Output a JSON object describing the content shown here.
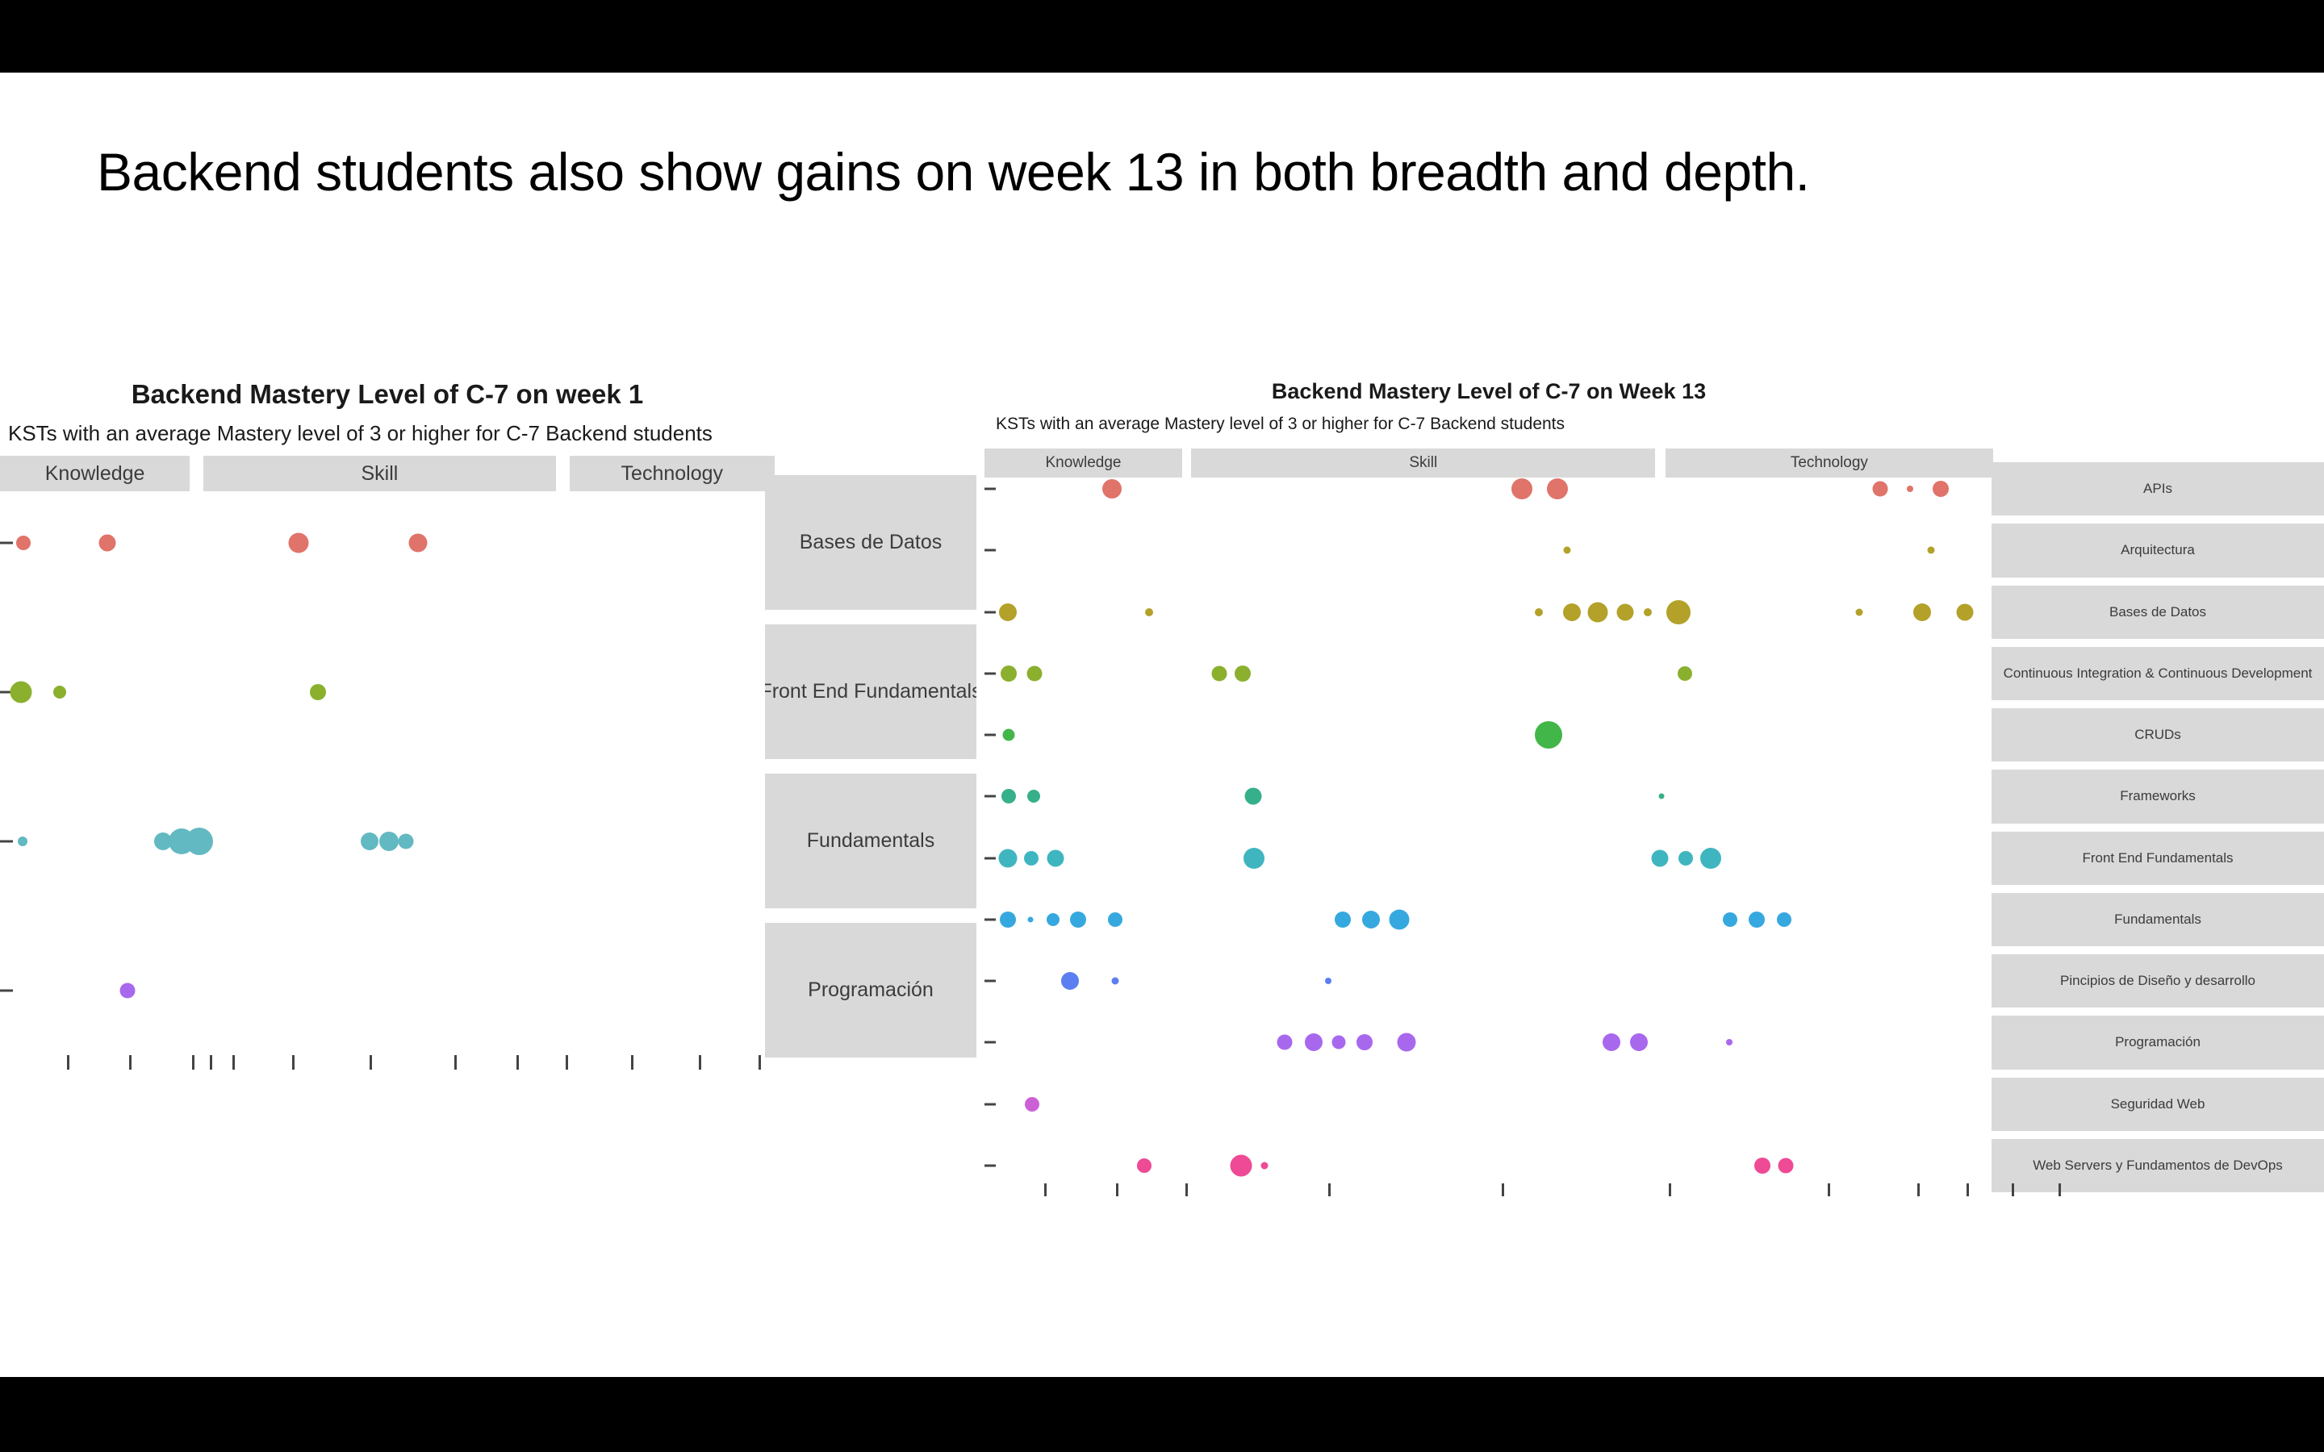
{
  "slide": {
    "title": "Backend students also show gains on week 13 in both breadth and depth.",
    "background": "#ffffff",
    "letterbox": "#000000"
  },
  "palette": {
    "salmon": "#e0736a",
    "olive": "#b3a12a",
    "yellow_green": "#8ab02e",
    "green": "#43b649",
    "sea_green": "#36b08a",
    "teal": "#3fb6bf",
    "blue": "#36a8e0",
    "royal_blue": "#5b7ff0",
    "purple": "#a868ee",
    "orchid": "#cc61d6",
    "pink": "#ee4a96",
    "header_gray": "#d9d9d9",
    "tick_gray": "#444444"
  },
  "chart_data": [
    {
      "id": "week1",
      "type": "scatter",
      "title": "Backend Mastery Level of C-7 on week 1",
      "subtitle": "KSTs with an average Mastery level of 3 or higher for C-7 Backend  students",
      "columns": [
        "Knowledge",
        "Skill",
        "Technology"
      ],
      "column_spans": [
        [
          0.0,
          0.245
        ],
        [
          0.262,
          0.718
        ],
        [
          0.735,
          1.0
        ]
      ],
      "categories": [
        "Bases de Datos",
        "Front End Fundamentals",
        "Fundamentals",
        "Programación"
      ],
      "xlabel": "",
      "ylabel": "",
      "grid": false,
      "legend": "none",
      "xtick_positions": [
        0.072,
        0.152,
        0.233,
        0.256,
        0.285,
        0.363,
        0.463,
        0.572,
        0.652,
        0.716,
        0.8,
        0.888,
        0.965
      ],
      "series": [
        {
          "name": "Bases de Datos",
          "color": "#e0736a",
          "points": [
            {
              "x": 0.016,
              "size": 18,
              "column": "Knowledge"
            },
            {
              "x": 0.124,
              "size": 21,
              "column": "Knowledge"
            },
            {
              "x": 0.371,
              "size": 25,
              "column": "Skill"
            },
            {
              "x": 0.525,
              "size": 23,
              "column": "Skill"
            }
          ]
        },
        {
          "name": "Front End Fundamentals",
          "color": "#8ab02e",
          "points": [
            {
              "x": 0.012,
              "size": 27,
              "column": "Knowledge"
            },
            {
              "x": 0.062,
              "size": 16,
              "column": "Knowledge"
            },
            {
              "x": 0.396,
              "size": 20,
              "column": "Skill"
            }
          ]
        },
        {
          "name": "Fundamentals",
          "color": "#62b9c1",
          "points": [
            {
              "x": 0.015,
              "size": 12,
              "column": "Knowledge"
            },
            {
              "x": 0.196,
              "size": 22,
              "column": "Skill"
            },
            {
              "x": 0.22,
              "size": 32,
              "column": "Skill"
            },
            {
              "x": 0.243,
              "size": 34,
              "column": "Skill"
            },
            {
              "x": 0.462,
              "size": 22,
              "column": "Skill"
            },
            {
              "x": 0.487,
              "size": 24,
              "column": "Technology"
            },
            {
              "x": 0.509,
              "size": 19,
              "column": "Technology"
            }
          ]
        },
        {
          "name": "Programación",
          "color": "#a868ee",
          "points": [
            {
              "x": 0.15,
              "size": 19,
              "column": "Knowledge"
            }
          ]
        }
      ]
    },
    {
      "id": "week13",
      "type": "scatter",
      "title": "Backend Mastery Level of C-7 on Week 13",
      "subtitle": "KSTs with an average Mastery level of 3 or higher for C-7 Backend  students",
      "columns": [
        "Knowledge",
        "Skill",
        "Technology"
      ],
      "column_spans": [
        [
          0.0,
          0.196
        ],
        [
          0.205,
          0.665
        ],
        [
          0.675,
          1.0
        ]
      ],
      "categories": [
        "APIs",
        "Arquitectura",
        "Bases de Datos",
        "Continuous Integration & Continuous Development",
        "CRUDs",
        "Frameworks",
        "Front End Fundamentals",
        "Fundamentals",
        "Pincipios de Diseño y desarrollo",
        "Programación",
        "Seguridad Web",
        "Web Servers y Fundamentos de DevOps"
      ],
      "xlabel": "",
      "ylabel": "",
      "grid": false,
      "legend": "none",
      "xtick_positions": [
        0.048,
        0.122,
        0.193,
        0.34,
        0.518,
        0.69,
        0.853,
        0.945,
        0.996,
        1.042,
        1.09
      ],
      "series": [
        {
          "name": "APIs",
          "color": "#e0736a",
          "points": [
            {
              "x": 0.118,
              "size": 24,
              "column": "Knowledge"
            },
            {
              "x": 0.539,
              "size": 26,
              "column": "Skill"
            },
            {
              "x": 0.575,
              "size": 26,
              "column": "Skill"
            },
            {
              "x": 0.907,
              "size": 19,
              "column": "Technology"
            },
            {
              "x": 0.938,
              "size": 8,
              "column": "Technology"
            },
            {
              "x": 0.969,
              "size": 20,
              "column": "Technology"
            }
          ]
        },
        {
          "name": "Arquitectura",
          "color": "#b3a12a",
          "points": [
            {
              "x": 0.585,
              "size": 9,
              "column": "Skill"
            },
            {
              "x": 0.959,
              "size": 9,
              "column": "Technology"
            }
          ]
        },
        {
          "name": "Bases de Datos",
          "color": "#b3a12a",
          "points": [
            {
              "x": 0.011,
              "size": 22,
              "column": "Knowledge"
            },
            {
              "x": 0.156,
              "size": 10,
              "column": "Knowledge"
            },
            {
              "x": 0.556,
              "size": 10,
              "column": "Skill"
            },
            {
              "x": 0.59,
              "size": 22,
              "column": "Skill"
            },
            {
              "x": 0.617,
              "size": 25,
              "column": "Skill"
            },
            {
              "x": 0.645,
              "size": 21,
              "column": "Skill"
            },
            {
              "x": 0.668,
              "size": 10,
              "column": "Skill"
            },
            {
              "x": 0.7,
              "size": 30,
              "column": "Skill"
            },
            {
              "x": 0.885,
              "size": 9,
              "column": "Technology"
            },
            {
              "x": 0.95,
              "size": 22,
              "column": "Technology"
            },
            {
              "x": 0.994,
              "size": 21,
              "column": "Technology"
            }
          ]
        },
        {
          "name": "Continuous Integration & Continuous Development",
          "color": "#8ab02e",
          "points": [
            {
              "x": 0.012,
              "size": 20,
              "column": "Knowledge"
            },
            {
              "x": 0.038,
              "size": 19,
              "column": "Knowledge"
            },
            {
              "x": 0.228,
              "size": 19,
              "column": "Skill"
            },
            {
              "x": 0.252,
              "size": 20,
              "column": "Skill"
            },
            {
              "x": 0.706,
              "size": 18,
              "column": "Technology"
            }
          ]
        },
        {
          "name": "CRUDs",
          "color": "#43b649",
          "points": [
            {
              "x": 0.012,
              "size": 15,
              "column": "Knowledge"
            },
            {
              "x": 0.566,
              "size": 34,
              "column": "Skill"
            }
          ]
        },
        {
          "name": "Frameworks",
          "color": "#36b08a",
          "points": [
            {
              "x": 0.012,
              "size": 18,
              "column": "Knowledge"
            },
            {
              "x": 0.037,
              "size": 16,
              "column": "Knowledge"
            },
            {
              "x": 0.263,
              "size": 21,
              "column": "Skill"
            },
            {
              "x": 0.682,
              "size": 7,
              "column": "Technology"
            }
          ]
        },
        {
          "name": "Front End Fundamentals",
          "color": "#3fb6bf",
          "points": [
            {
              "x": 0.011,
              "size": 23,
              "column": "Knowledge"
            },
            {
              "x": 0.035,
              "size": 18,
              "column": "Knowledge"
            },
            {
              "x": 0.06,
              "size": 21,
              "column": "Knowledge"
            },
            {
              "x": 0.264,
              "size": 26,
              "column": "Skill"
            },
            {
              "x": 0.681,
              "size": 21,
              "column": "Technology"
            },
            {
              "x": 0.707,
              "size": 18,
              "column": "Technology"
            },
            {
              "x": 0.733,
              "size": 26,
              "column": "Technology"
            }
          ]
        },
        {
          "name": "Fundamentals",
          "color": "#36a8e0",
          "points": [
            {
              "x": 0.011,
              "size": 20,
              "column": "Knowledge"
            },
            {
              "x": 0.034,
              "size": 7,
              "column": "Knowledge"
            },
            {
              "x": 0.057,
              "size": 16,
              "column": "Knowledge"
            },
            {
              "x": 0.083,
              "size": 20,
              "column": "Skill"
            },
            {
              "x": 0.121,
              "size": 18,
              "column": "Skill"
            },
            {
              "x": 0.355,
              "size": 20,
              "column": "Skill"
            },
            {
              "x": 0.384,
              "size": 22,
              "column": "Skill"
            },
            {
              "x": 0.413,
              "size": 25,
              "column": "Skill"
            },
            {
              "x": 0.753,
              "size": 18,
              "column": "Technology"
            },
            {
              "x": 0.78,
              "size": 20,
              "column": "Technology"
            },
            {
              "x": 0.808,
              "size": 18,
              "column": "Technology"
            }
          ]
        },
        {
          "name": "Pincipios de Diseño y desarrollo",
          "color": "#5b7ff0",
          "points": [
            {
              "x": 0.075,
              "size": 22,
              "column": "Knowledge"
            },
            {
              "x": 0.121,
              "size": 9,
              "column": "Skill"
            },
            {
              "x": 0.34,
              "size": 8,
              "column": "Skill"
            }
          ]
        },
        {
          "name": "Programación",
          "color": "#a868ee",
          "points": [
            {
              "x": 0.295,
              "size": 19,
              "column": "Skill"
            },
            {
              "x": 0.325,
              "size": 22,
              "column": "Skill"
            },
            {
              "x": 0.351,
              "size": 17,
              "column": "Skill"
            },
            {
              "x": 0.377,
              "size": 20,
              "column": "Skill"
            },
            {
              "x": 0.42,
              "size": 23,
              "column": "Skill"
            },
            {
              "x": 0.631,
              "size": 22,
              "column": "Technology"
            },
            {
              "x": 0.659,
              "size": 22,
              "column": "Technology"
            },
            {
              "x": 0.752,
              "size": 8,
              "column": "Technology"
            }
          ]
        },
        {
          "name": "Seguridad Web",
          "color": "#cc61d6",
          "points": [
            {
              "x": 0.036,
              "size": 18,
              "column": "Knowledge"
            }
          ]
        },
        {
          "name": "Web Servers y Fundamentos de DevOps",
          "color": "#ee4a96",
          "points": [
            {
              "x": 0.151,
              "size": 18,
              "column": "Knowledge"
            },
            {
              "x": 0.25,
              "size": 27,
              "column": "Skill"
            },
            {
              "x": 0.274,
              "size": 9,
              "column": "Skill"
            },
            {
              "x": 0.786,
              "size": 20,
              "column": "Technology"
            },
            {
              "x": 0.81,
              "size": 19,
              "column": "Technology"
            }
          ]
        }
      ]
    }
  ]
}
